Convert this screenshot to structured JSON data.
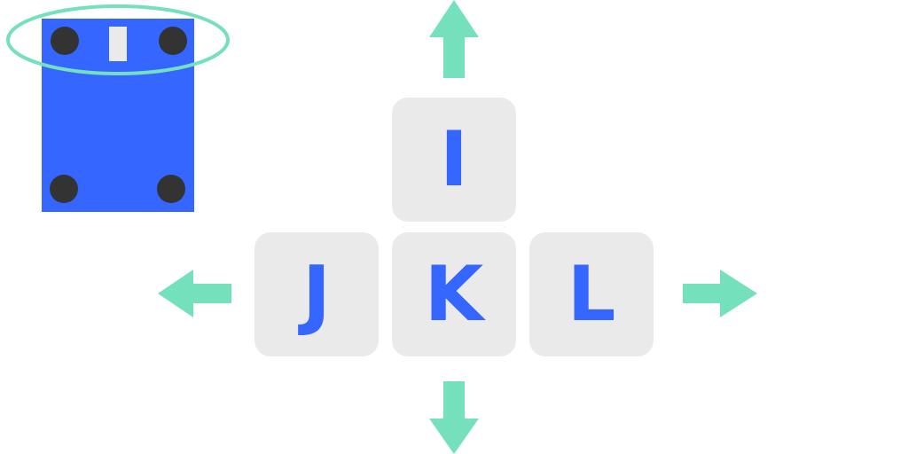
{
  "keys": {
    "up": "I",
    "left": "J",
    "down": "K",
    "right": "L"
  },
  "colors": {
    "key_background": "#eaeaea",
    "key_text": "#3566ff",
    "arrow": "#74e0bc",
    "robot_body": "#3566ff",
    "robot_wheels": "#333333",
    "robot_sensor": "#eaeaea",
    "highlight_ring": "#74e0bc"
  },
  "icons": {
    "robot": "robot-top-view-icon",
    "arrows": [
      "arrow-up-icon",
      "arrow-left-icon",
      "arrow-right-icon",
      "arrow-down-icon"
    ]
  }
}
